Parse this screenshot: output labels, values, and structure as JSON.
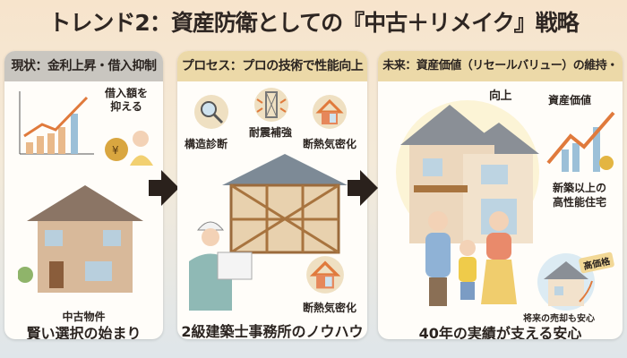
{
  "title": "トレンド2：資産防衛としての『中古＋リメイク』戦略",
  "panels": [
    {
      "header": "現状：金利上昇・借入抑制",
      "callout": "借入額を\n抑える",
      "caption_small": "中古物件",
      "caption": "賢い選択の始まり"
    },
    {
      "header": "プロセス：プロの技術で性能向上",
      "items": [
        "構造診断",
        "耐震補強",
        "断熱気密化",
        "断熱気密化"
      ],
      "caption": "2級建築士事務所のノウハウ"
    },
    {
      "header": "未来：資産価値（リセールバリュー）の維持・向上",
      "asset_label": "資産価値",
      "performance_label": "新築以上の\n高性能住宅",
      "price_tag": "高価格",
      "resale_label": "将来の売却も安心",
      "caption": "40年の実績が支える安心"
    }
  ],
  "colors": {
    "arrow": "#2a211c",
    "accent_orange": "#e07a3c",
    "house_wall": "#d8b99a"
  }
}
